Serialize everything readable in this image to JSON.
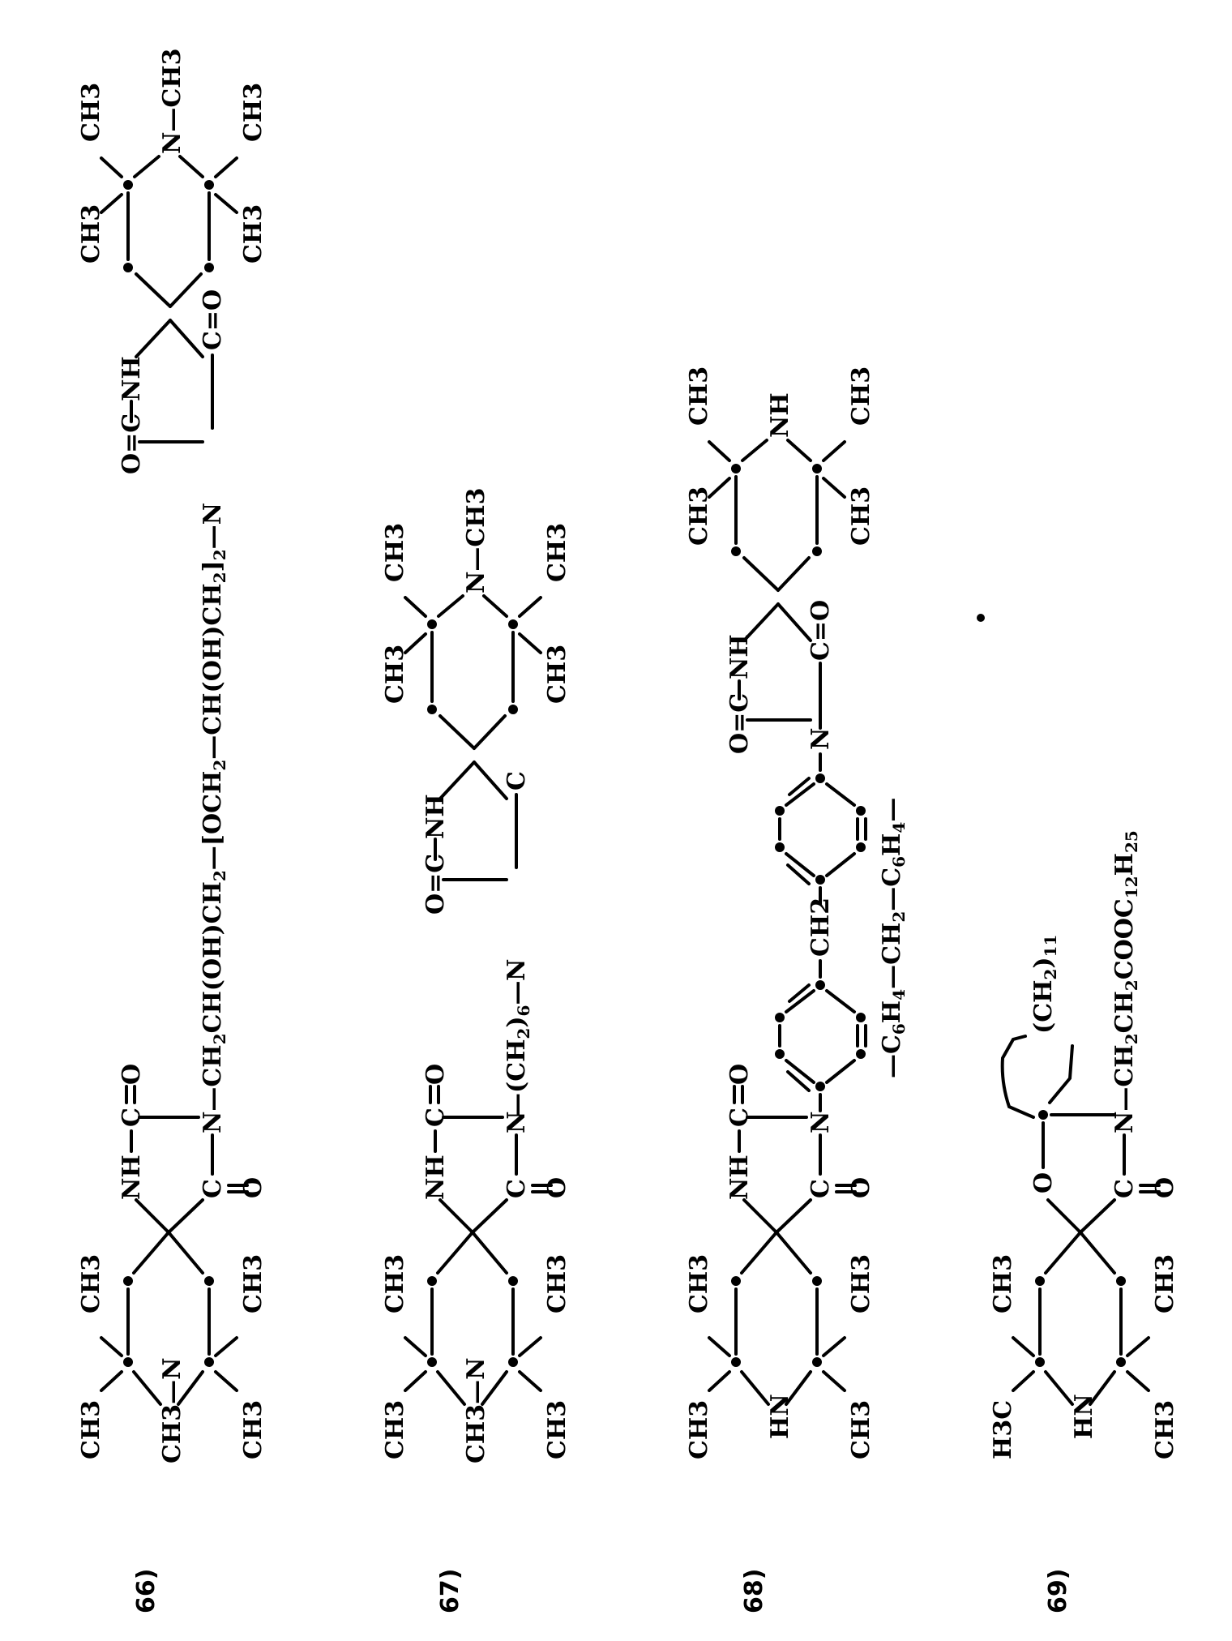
{
  "page": {
    "orientation": "rotated-90-ccw",
    "background": "#ffffff",
    "ink": "#000000"
  },
  "compounds": [
    {
      "number": "66)",
      "left_ring": {
        "n_sub": "CH3—N",
        "methyls": [
          "CH3",
          "CH3",
          "CH3",
          "CH3"
        ]
      },
      "imide_ring": {
        "top": "NH",
        "carbonyl_top": "C=O",
        "n": "N",
        "carbonyl_bottom": "C=O"
      },
      "linker": "N—CH2CH(OH)CH2—[OCH2—CH(OH)CH2]2—N",
      "linker_parts": [
        "—CH2CH(OH)CH2—",
        "[OCH2—CH(OH)CH2]2"
      ],
      "right_ring": {
        "n_sub": "N—CH3",
        "methyls": [
          "CH3",
          "CH3",
          "CH3",
          "CH3"
        ]
      },
      "right_imide": {
        "o_c": "O=C",
        "nh": "NH",
        "n": "N",
        "c_o": "C=O"
      }
    },
    {
      "number": "67)",
      "left_ring": {
        "n_sub": "CH3—N",
        "methyls": [
          "CH3",
          "CH3",
          "CH3",
          "CH3"
        ]
      },
      "imide_ring": {
        "top": "NH",
        "carbonyl_top": "C=O",
        "n": "N",
        "carbonyl_bottom": "C=O"
      },
      "linker": "—(CH2)6—",
      "right_ring": {
        "n_sub": "N—CH3",
        "methyls": [
          "CH3",
          "CH3",
          "CH3",
          "CH3"
        ]
      },
      "right_imide": {
        "o_c": "O=C",
        "nh": "NH",
        "n": "N",
        "c": "C"
      }
    },
    {
      "number": "68)",
      "left_ring": {
        "n_sub": "HN",
        "methyls": [
          "CH3",
          "CH3",
          "CH3",
          "CH3"
        ]
      },
      "imide_ring": {
        "top": "NH",
        "carbonyl_top": "C=O",
        "n": "N",
        "carbonyl_bottom": "C=O"
      },
      "linker": "—C6H4—CH2—C6H4—",
      "linker_center": "CH2",
      "right_ring": {
        "n_sub": "NH",
        "methyls": [
          "CH3",
          "CH3",
          "CH3",
          "CH3"
        ]
      },
      "right_imide": {
        "o_c": "O=C",
        "nh": "NH",
        "n": "N",
        "c_o": "C=O"
      }
    },
    {
      "number": "69)",
      "left_ring": {
        "n_sub": "HN",
        "methyls": [
          "H3C",
          "CH3",
          "CH3",
          "CH3"
        ]
      },
      "oxa_ring": {
        "o": "O",
        "carbonyl": "C=O",
        "n": "N"
      },
      "cyclo": "(CH2)11",
      "n_substituent": "N—CH2CH2COOC12H25"
    }
  ],
  "stray_mark": "."
}
